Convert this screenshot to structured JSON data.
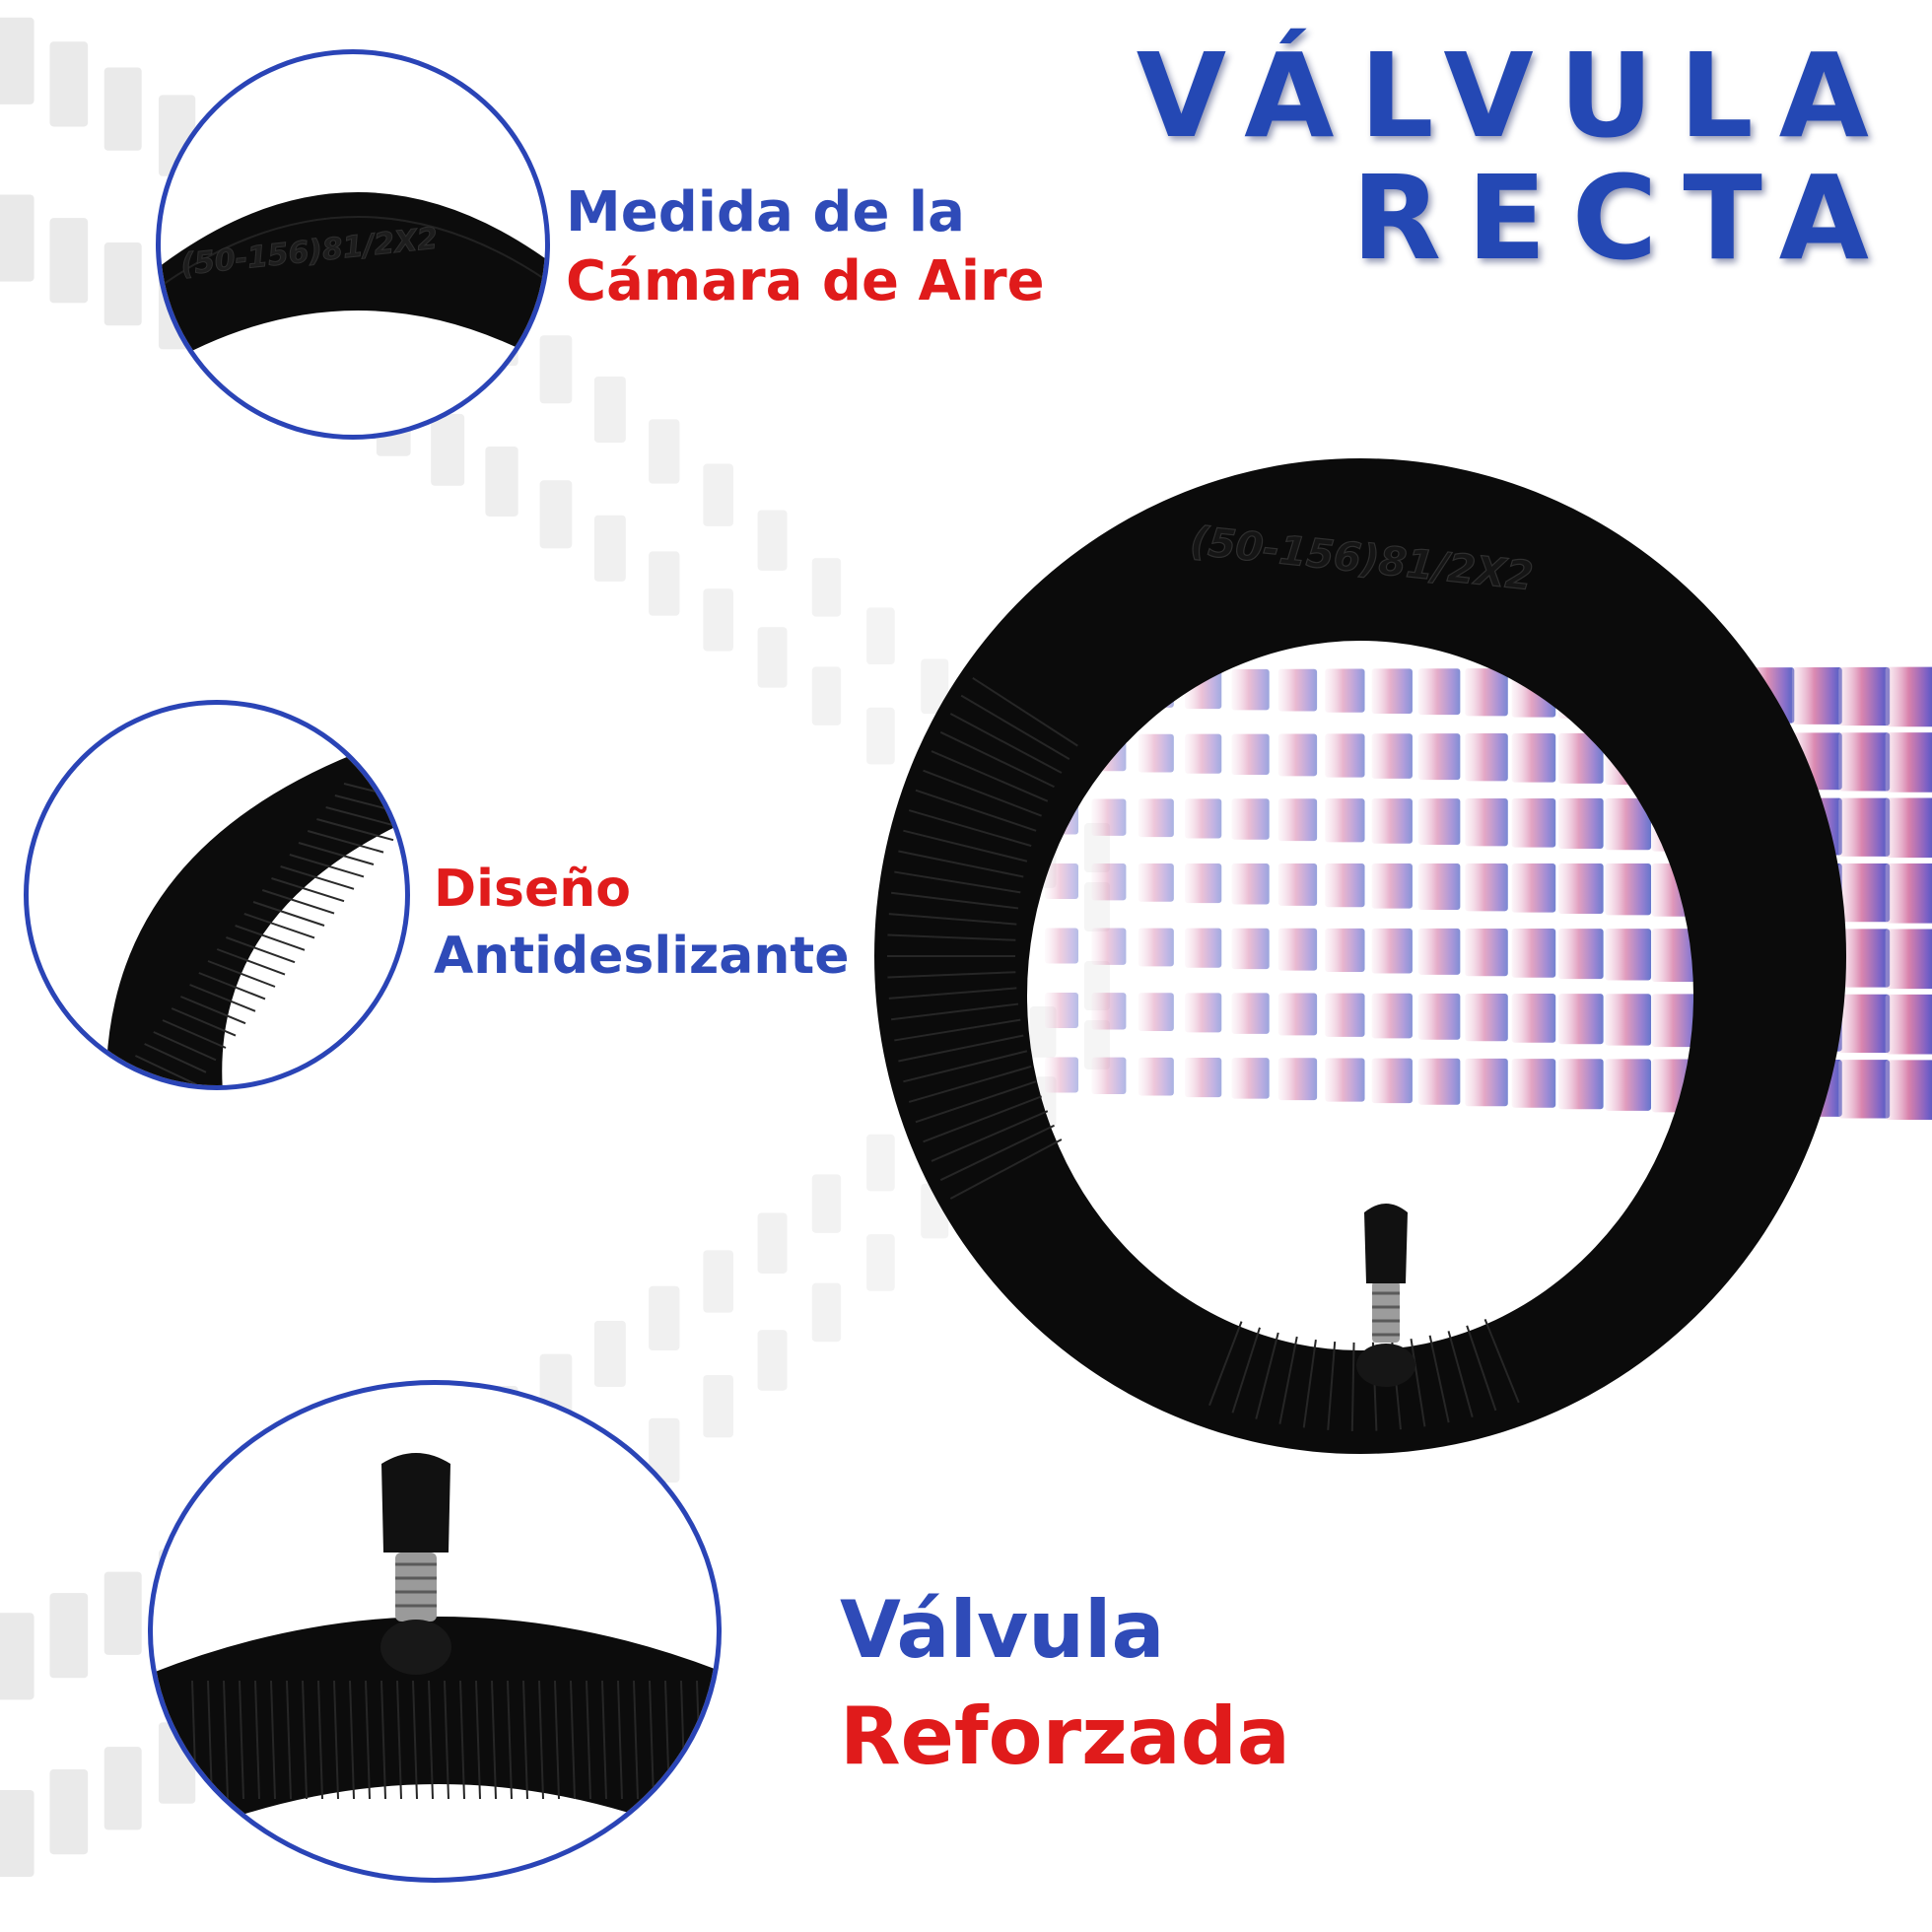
{
  "title": {
    "line1": "VÁLVULA",
    "line2": "RECTA"
  },
  "features": [
    {
      "line1": "Medida de la",
      "line2": "Cámara de Aire",
      "icon": "tube-size-closeup"
    },
    {
      "line1": "Diseño",
      "line2": "Antideslizante",
      "icon": "tube-tread-closeup"
    },
    {
      "line1": "Válvula",
      "line2": "Reforzada",
      "icon": "tube-valve-closeup"
    }
  ],
  "tube_marking": "(50-156)81/2X2",
  "colors": {
    "blue": "#2f4bb8",
    "red": "#e01b1b",
    "rubber": "#0b0b0b",
    "ring": "#2a44b6"
  }
}
